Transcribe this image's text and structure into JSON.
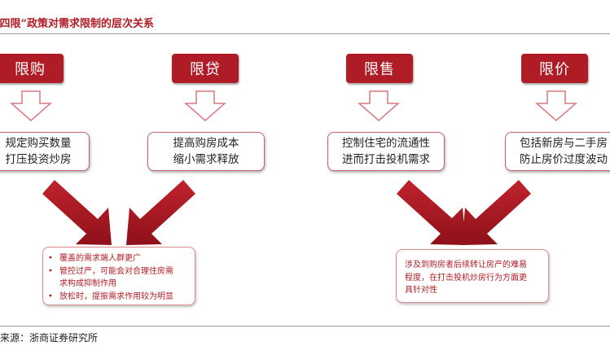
{
  "header": {
    "title": "“四限”政策对需求限制的层次关系"
  },
  "policies": [
    {
      "label": "限购"
    },
    {
      "label": "限贷"
    },
    {
      "label": "限售"
    },
    {
      "label": "限价"
    }
  ],
  "effects": [
    {
      "line1": "规定购买数量",
      "line2": "打压投资炒房"
    },
    {
      "line1": "提高购房成本",
      "line2": "缩小需求释放"
    },
    {
      "line1": "控制住宅的流通性",
      "line2": "进而打击投机需求"
    },
    {
      "line1": "包括新房与二手房",
      "line2": "防止房价过度波动"
    }
  ],
  "results": {
    "left": {
      "items": [
        "覆盖的需求端人群更广",
        "管控过严，可能会对合理住房需",
        "求构成抑制作用",
        "放松时，提振需求作用较为明显"
      ]
    },
    "right": {
      "lines": [
        "涉及到购房者后续转让房产的难易",
        "程度，在打击投机炒房行为方面更",
        "具针对性"
      ]
    }
  },
  "footer": {
    "source": "资料来源：浙商证券研究所"
  },
  "colors": {
    "accent": "#b01c25",
    "arrow_outline": "#d9787e"
  }
}
